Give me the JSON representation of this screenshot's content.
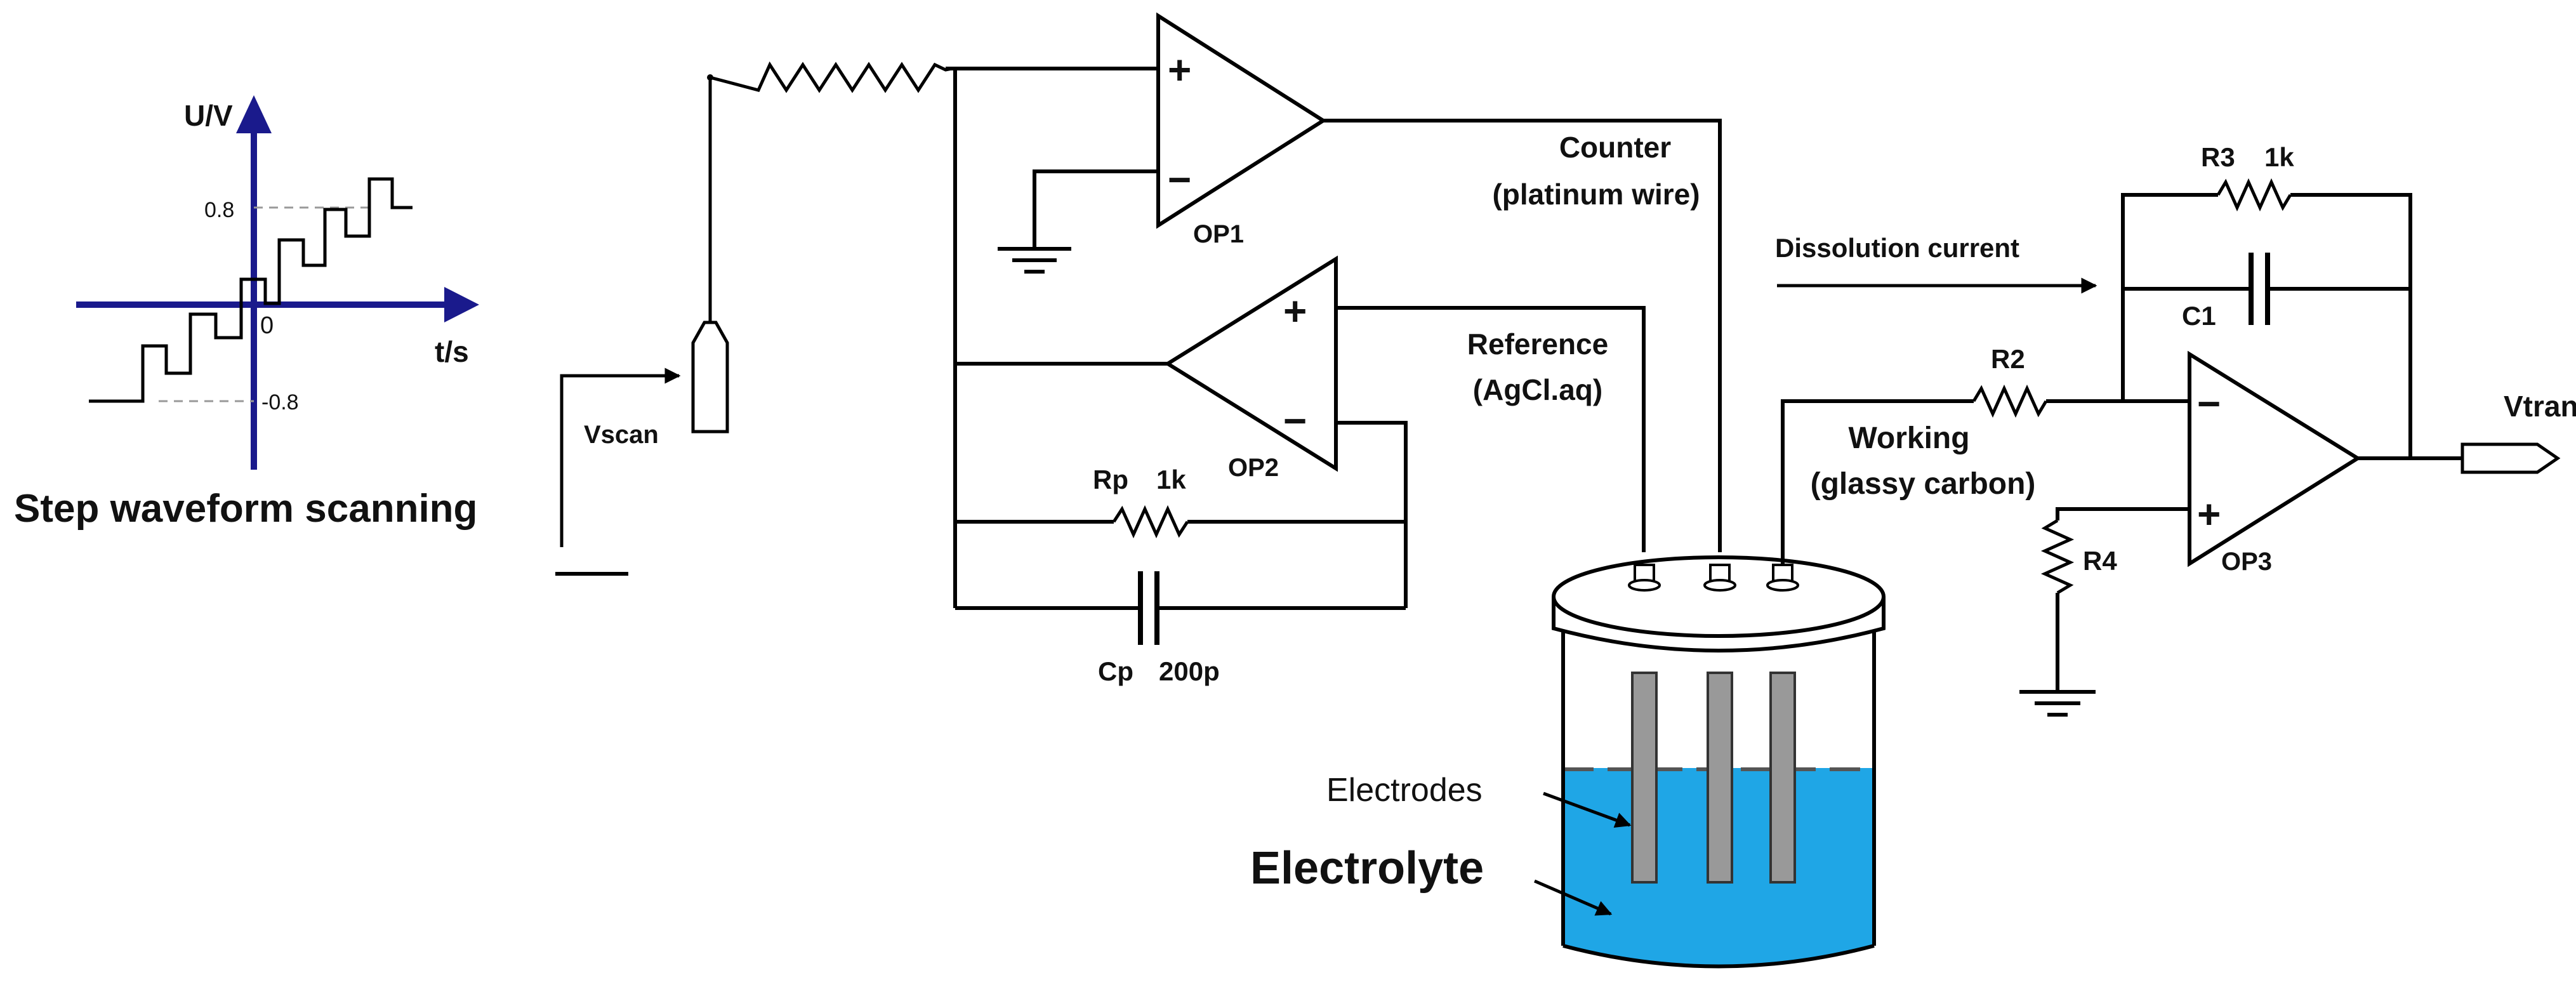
{
  "waveform": {
    "y_axis_label": "U/V",
    "x_axis_label": "t/s",
    "origin_label": "0",
    "tick_upper": "0.8",
    "tick_lower": "-0.8",
    "caption": "Step waveform scanning",
    "axis_color": "#1a1a8c"
  },
  "input": {
    "label": "Vscan"
  },
  "opamps": {
    "op1": "OP1",
    "op2": "OP2",
    "op3": "OP3",
    "plus": "+",
    "minus": "−"
  },
  "components": {
    "rp_name": "Rp",
    "rp_value": "1k",
    "cp_name": "Cp",
    "cp_value": "200p",
    "r3_name": "R3",
    "r3_value": "1k",
    "c1_name": "C1",
    "r2_name": "R2",
    "r4_name": "R4"
  },
  "electrodes": {
    "counter_line1": "Counter",
    "counter_line2": "(platinum wire)",
    "reference_line1": "Reference",
    "reference_line2": "(AgCl.aq)",
    "working_line1": "Working",
    "working_line2": "(glassy carbon)"
  },
  "current_label": "Dissolution current",
  "cell": {
    "electrodes_label": "Electrodes",
    "electrolyte_label": "Electrolyte",
    "liquid_color": "#1fa6e6"
  },
  "output": {
    "label": "Vtrans"
  }
}
